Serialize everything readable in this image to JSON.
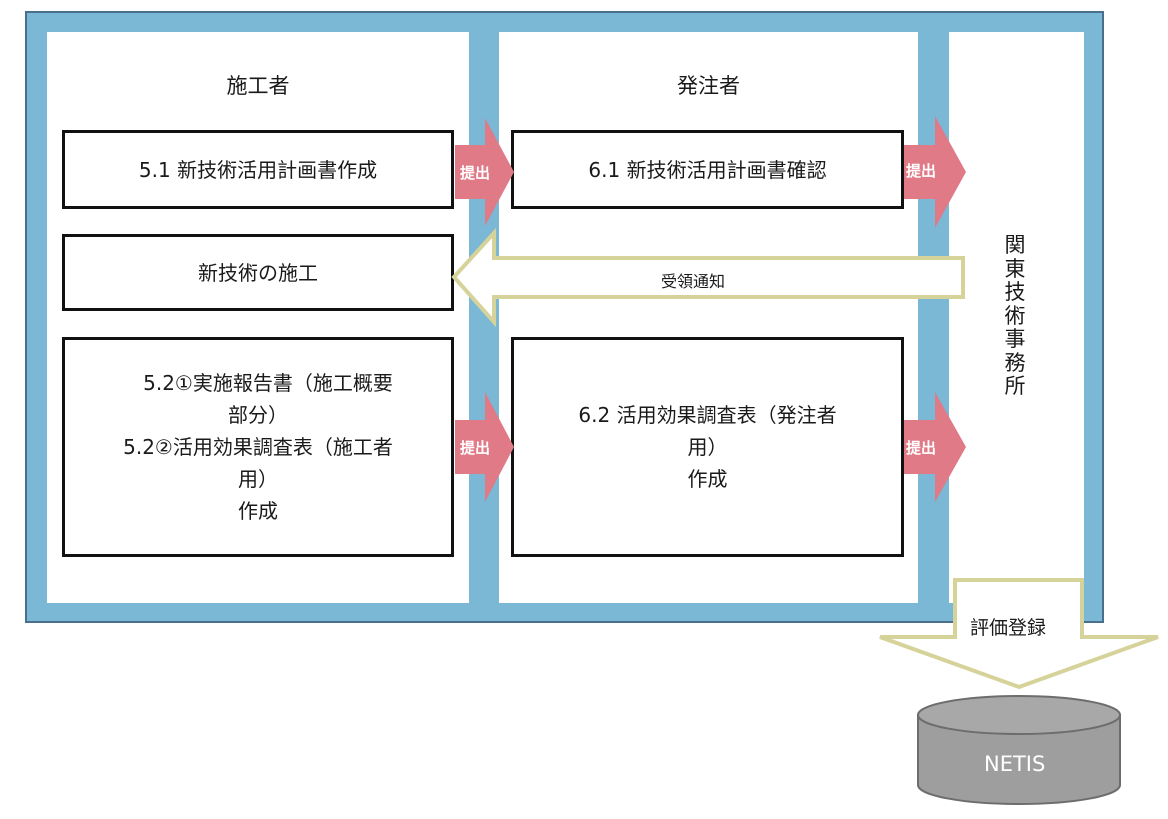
{
  "columns": {
    "contractor": {
      "title": "施工者"
    },
    "client": {
      "title": "発注者"
    },
    "office": {
      "title_chars": [
        "関",
        "東",
        "技",
        "術",
        "事",
        "務",
        "所"
      ]
    }
  },
  "boxes": {
    "b51": {
      "lines": [
        "5.1 新技術活用計画書作成"
      ]
    },
    "construction": {
      "lines": [
        "新技術の施工"
      ]
    },
    "b52": {
      "lines": [
        "　5.2①実施報告書（施工概要",
        "部分）",
        "5.2②活用効果調査表（施工者",
        "用）",
        "作成"
      ]
    },
    "b61": {
      "lines": [
        "6.1 新技術活用計画書確認"
      ]
    },
    "b62": {
      "lines": [
        "6.2 活用効果調査表（発注者",
        "用）",
        "作成"
      ]
    }
  },
  "arrows": {
    "submit_label": "提出",
    "receipt_label": "受領通知",
    "register_label": "評価登録"
  },
  "database": {
    "label": "NETIS"
  },
  "colors": {
    "frame": "#7ab8d6",
    "submit_arrow": "#e07a87",
    "hollow_arrow_border": "#d6d39a",
    "database": "#9e9e9e"
  }
}
